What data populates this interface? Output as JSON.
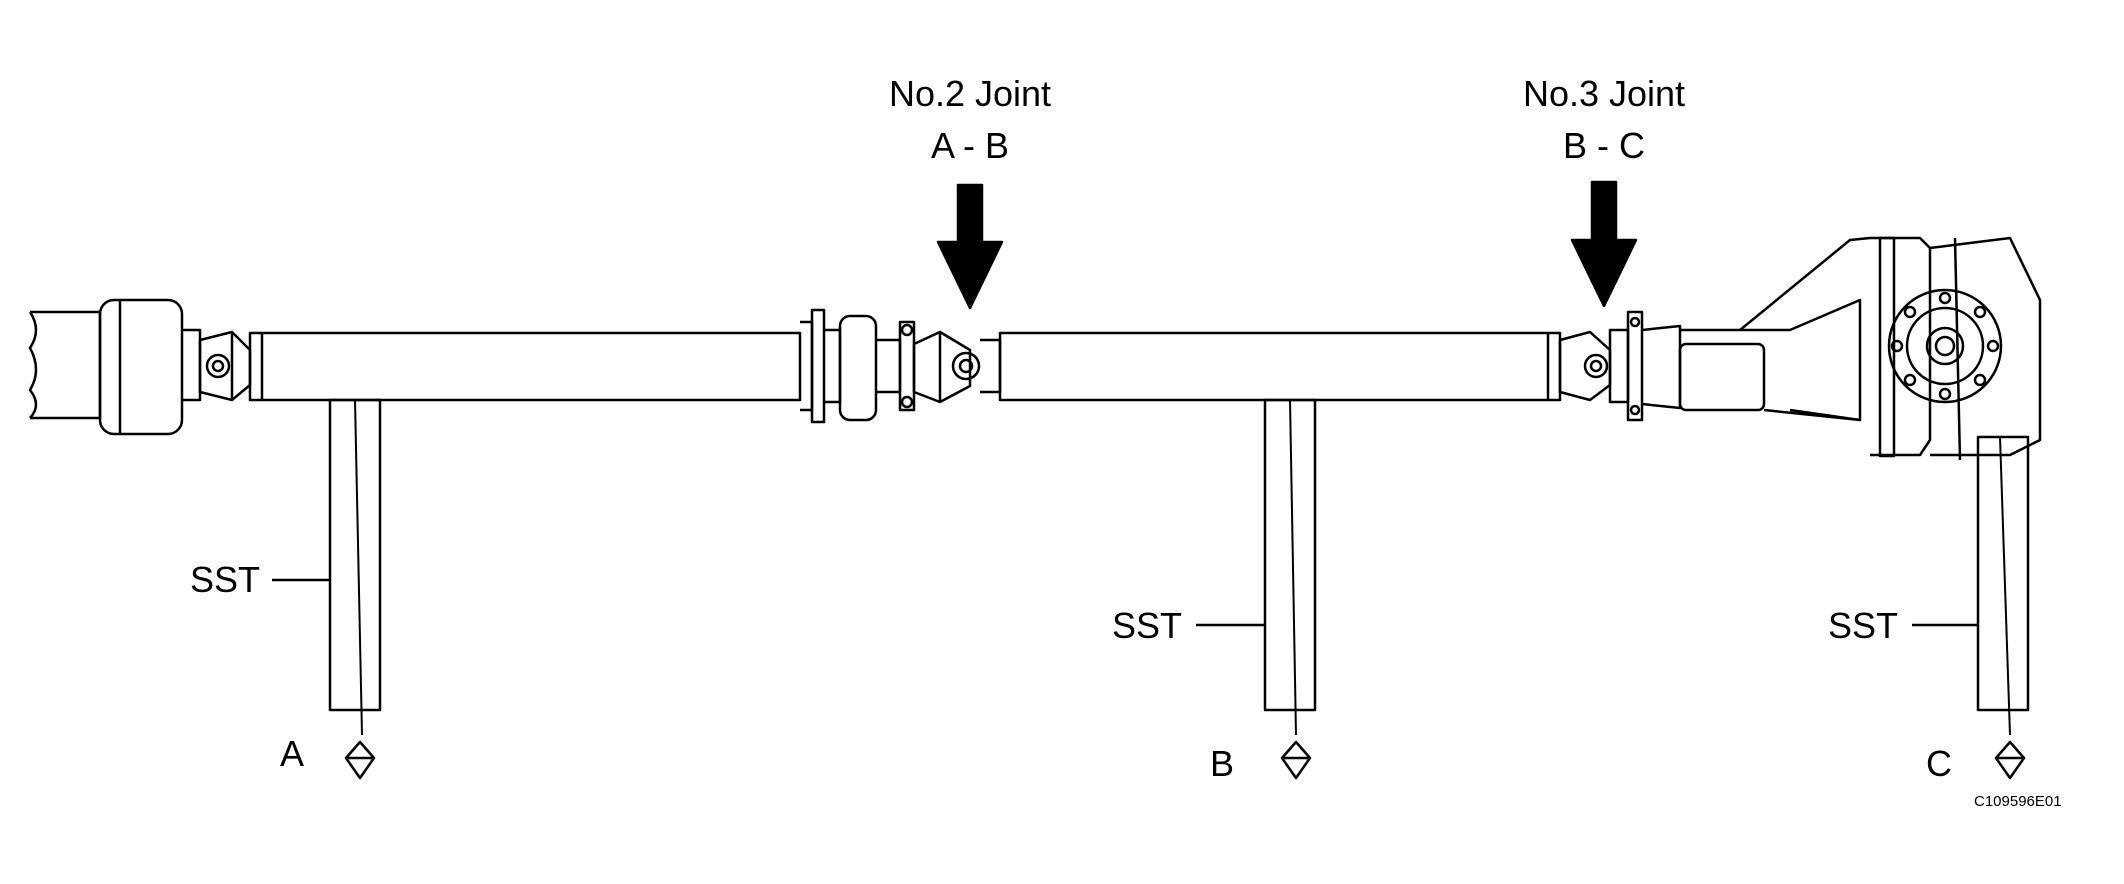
{
  "diagram": {
    "joint2": {
      "title": "No.2 Joint",
      "range": "A - B"
    },
    "joint3": {
      "title": "No.3 Joint",
      "range": "B - C"
    },
    "tool_labels": [
      "SST",
      "SST",
      "SST"
    ],
    "points": [
      "A",
      "B",
      "C"
    ],
    "figure_code": "C109596E01"
  },
  "colors": {
    "line": "#000000",
    "background": "#ffffff"
  }
}
